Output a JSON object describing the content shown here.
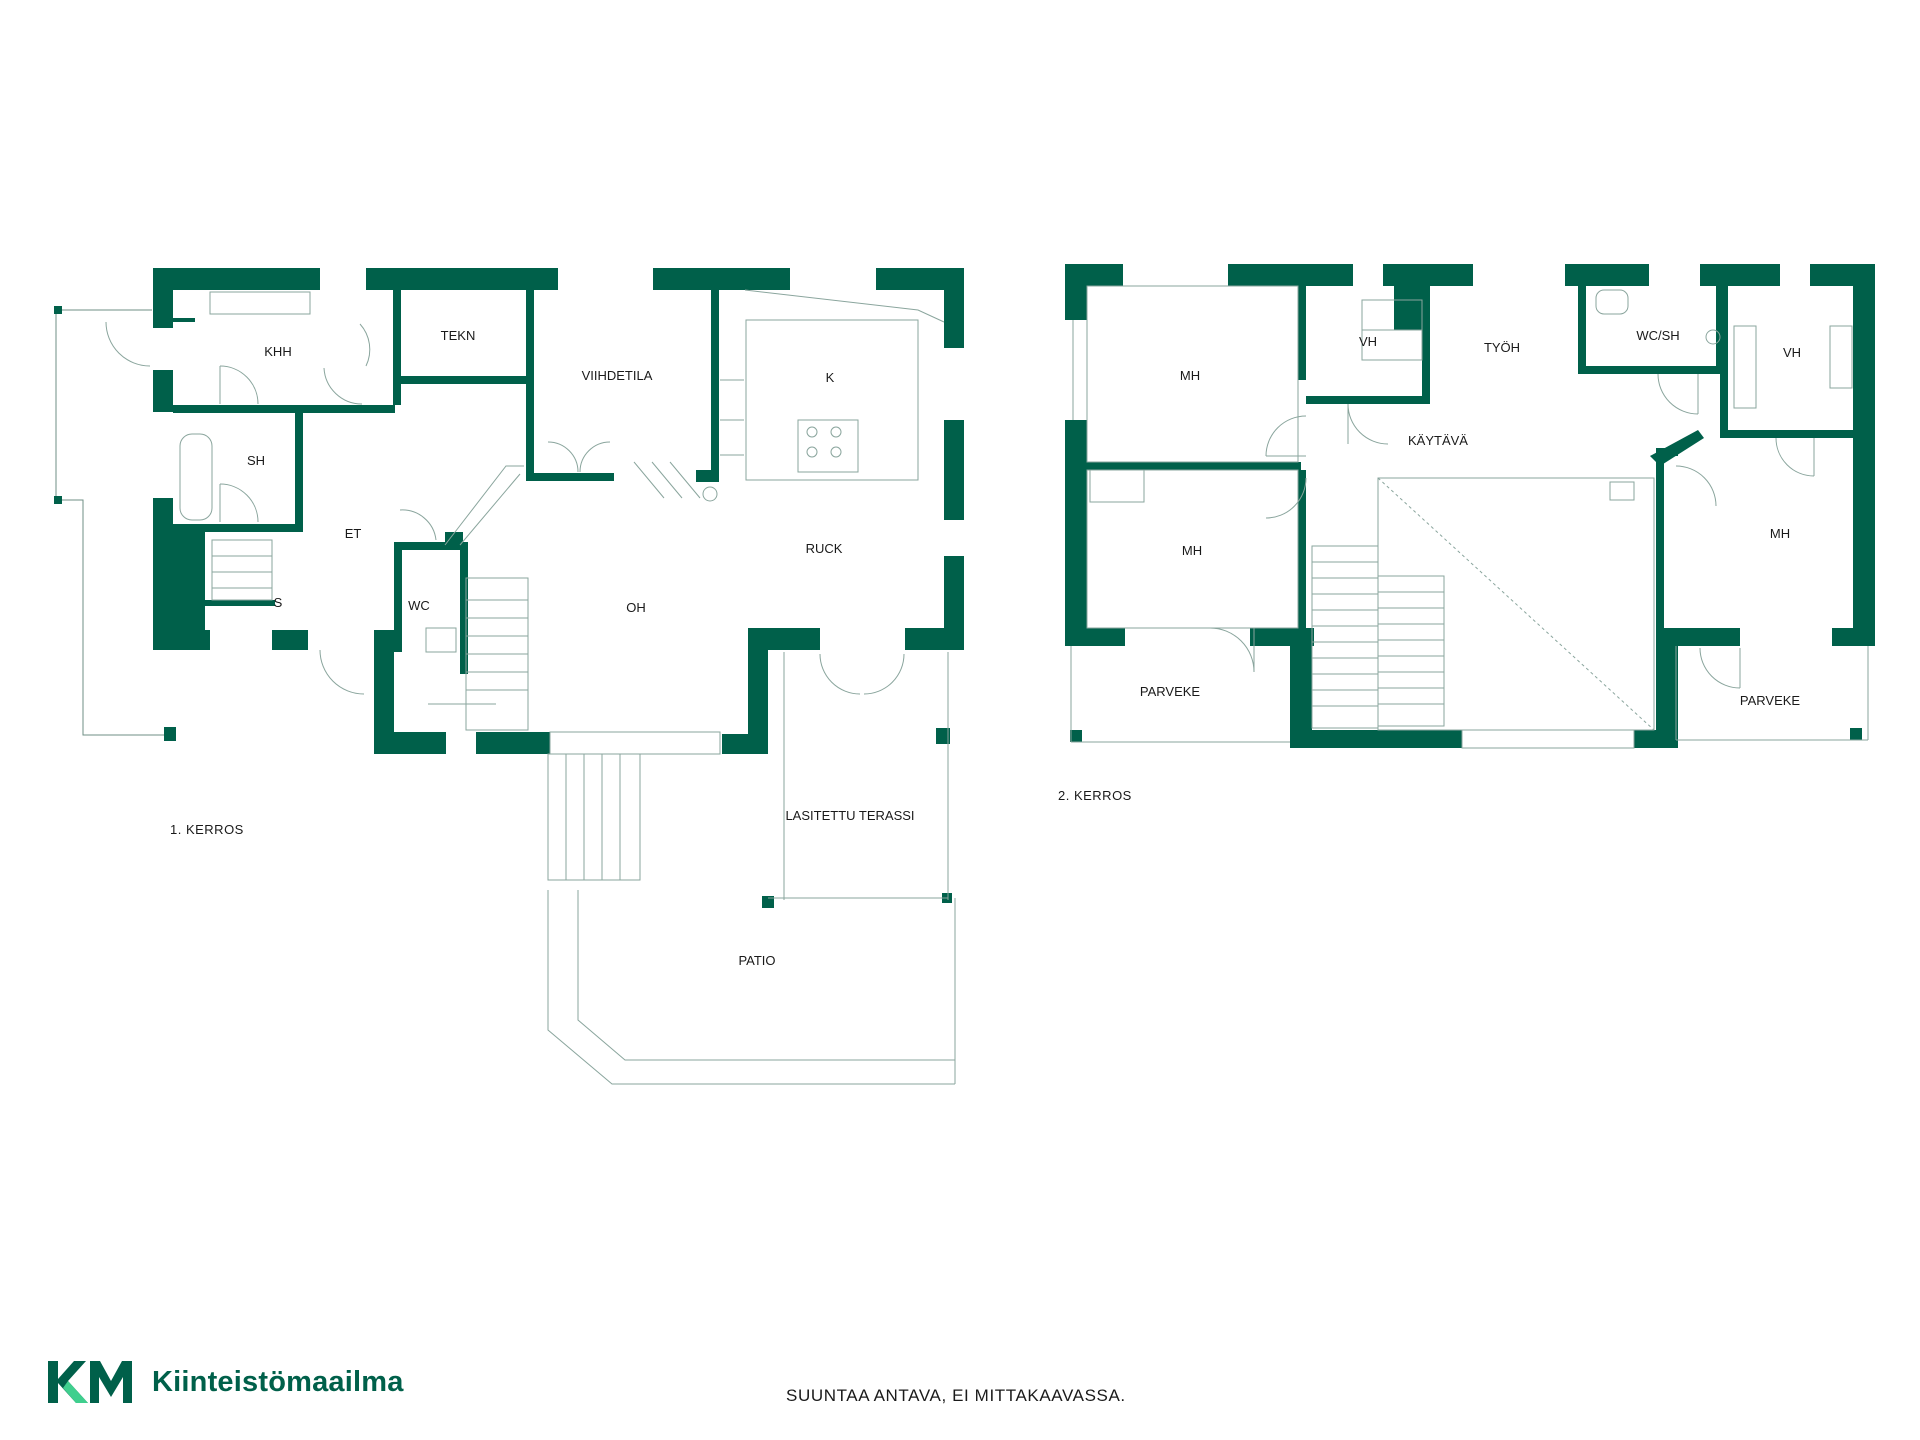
{
  "colors": {
    "wall": "#00604a",
    "brand": "#00604a",
    "brand_light": "#3fcf8e"
  },
  "floor1": {
    "label": "1. KERROS",
    "rooms": {
      "khh": "KHH",
      "tekn": "TEKN",
      "viihdetila": "VIIHDETILA",
      "k": "K",
      "sh": "SH",
      "s": "S",
      "et": "ET",
      "wc": "WC",
      "oh": "OH",
      "ruck": "RUCK",
      "lasitettu_terassi": "LASITETTU TERASSI",
      "patio": "PATIO"
    }
  },
  "floor2": {
    "label": "2. KERROS",
    "rooms": {
      "mh_top_left": "MH",
      "vh_left": "VH",
      "tyoh": "TYÖH",
      "wc_sh": "WC/SH",
      "vh_right": "VH",
      "kaytava": "KÄYTÄVÄ",
      "mh_mid_left": "MH",
      "mh_right": "MH",
      "parveke_left": "PARVEKE",
      "parveke_right": "PARVEKE"
    }
  },
  "brand": {
    "logo_text": "KM",
    "name": "Kiinteistömaailma"
  },
  "disclaimer": "SUUNTAA ANTAVA, EI MITTAKAAVASSA."
}
